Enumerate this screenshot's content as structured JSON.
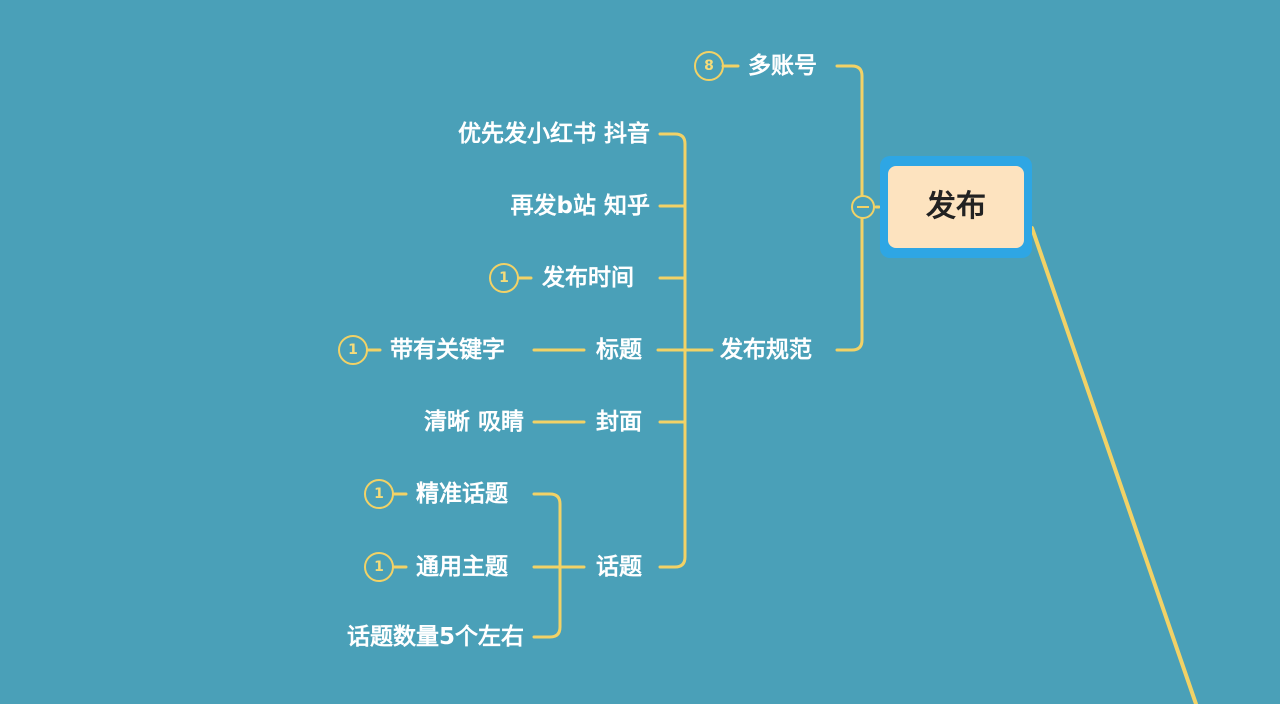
{
  "root": {
    "label": "发布"
  },
  "nodes": {
    "multi_account": "多账号",
    "publish_standard": "发布规范",
    "xhs_douyin_first": "优先发小红书 抖音",
    "then_bilibili_zhihu": "再发b站 知乎",
    "publish_time": "发布时间",
    "title": "标题",
    "with_keywords": "带有关键字",
    "cover": "封面",
    "clear_eye_catching": "清晰 吸睛",
    "topic": "话题",
    "precise_topic": "精准话题",
    "general_topic": "通用主题",
    "topic_count": "话题数量5个左右"
  },
  "badges": {
    "multi_account": "8",
    "publish_time": "1",
    "with_keywords": "1",
    "precise_topic": "1",
    "general_topic": "1"
  },
  "colors": {
    "background": "#4aa0b8",
    "connector": "#f2d266",
    "root_fill": "#fde3bf",
    "root_border": "#2ea6e4",
    "text": "#ffffff"
  }
}
